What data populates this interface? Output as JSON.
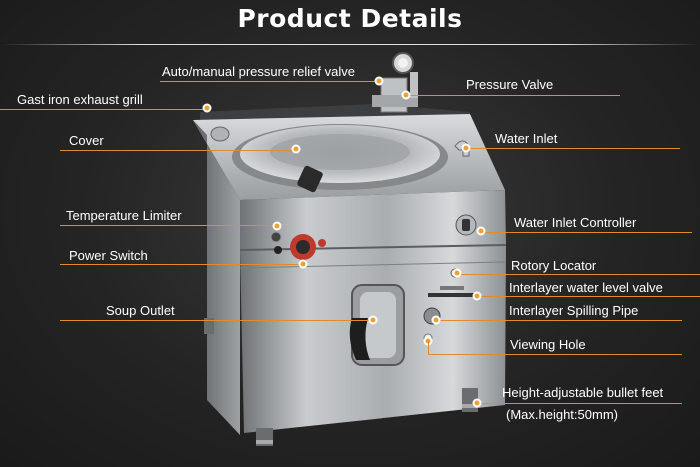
{
  "title": "Product Details",
  "callouts": {
    "auto_manual_valve": "Auto/manual pressure relief valve",
    "pressure_valve": "Pressure Valve",
    "exhaust_grill": "Gast iron exhaust grill",
    "cover": "Cover",
    "water_inlet": "Water Inlet",
    "temperature_limiter": "Temperature Limiter",
    "water_inlet_controller": "Water Inlet Controller",
    "power_switch": "Power Switch",
    "rotory_locator": "Rotory Locator",
    "interlayer_level_valve": "Interlayer water level valve",
    "soup_outlet": "Soup Outlet",
    "interlayer_spilling_pipe": "Interlayer Spilling Pipe",
    "viewing_hole": "Viewing Hole",
    "bullet_feet": "Height-adjustable bullet feet",
    "max_height": "(Max.height:50mm)"
  },
  "colors": {
    "accent": "#e38b2a",
    "background": "#242424",
    "text": "#ffffff"
  }
}
